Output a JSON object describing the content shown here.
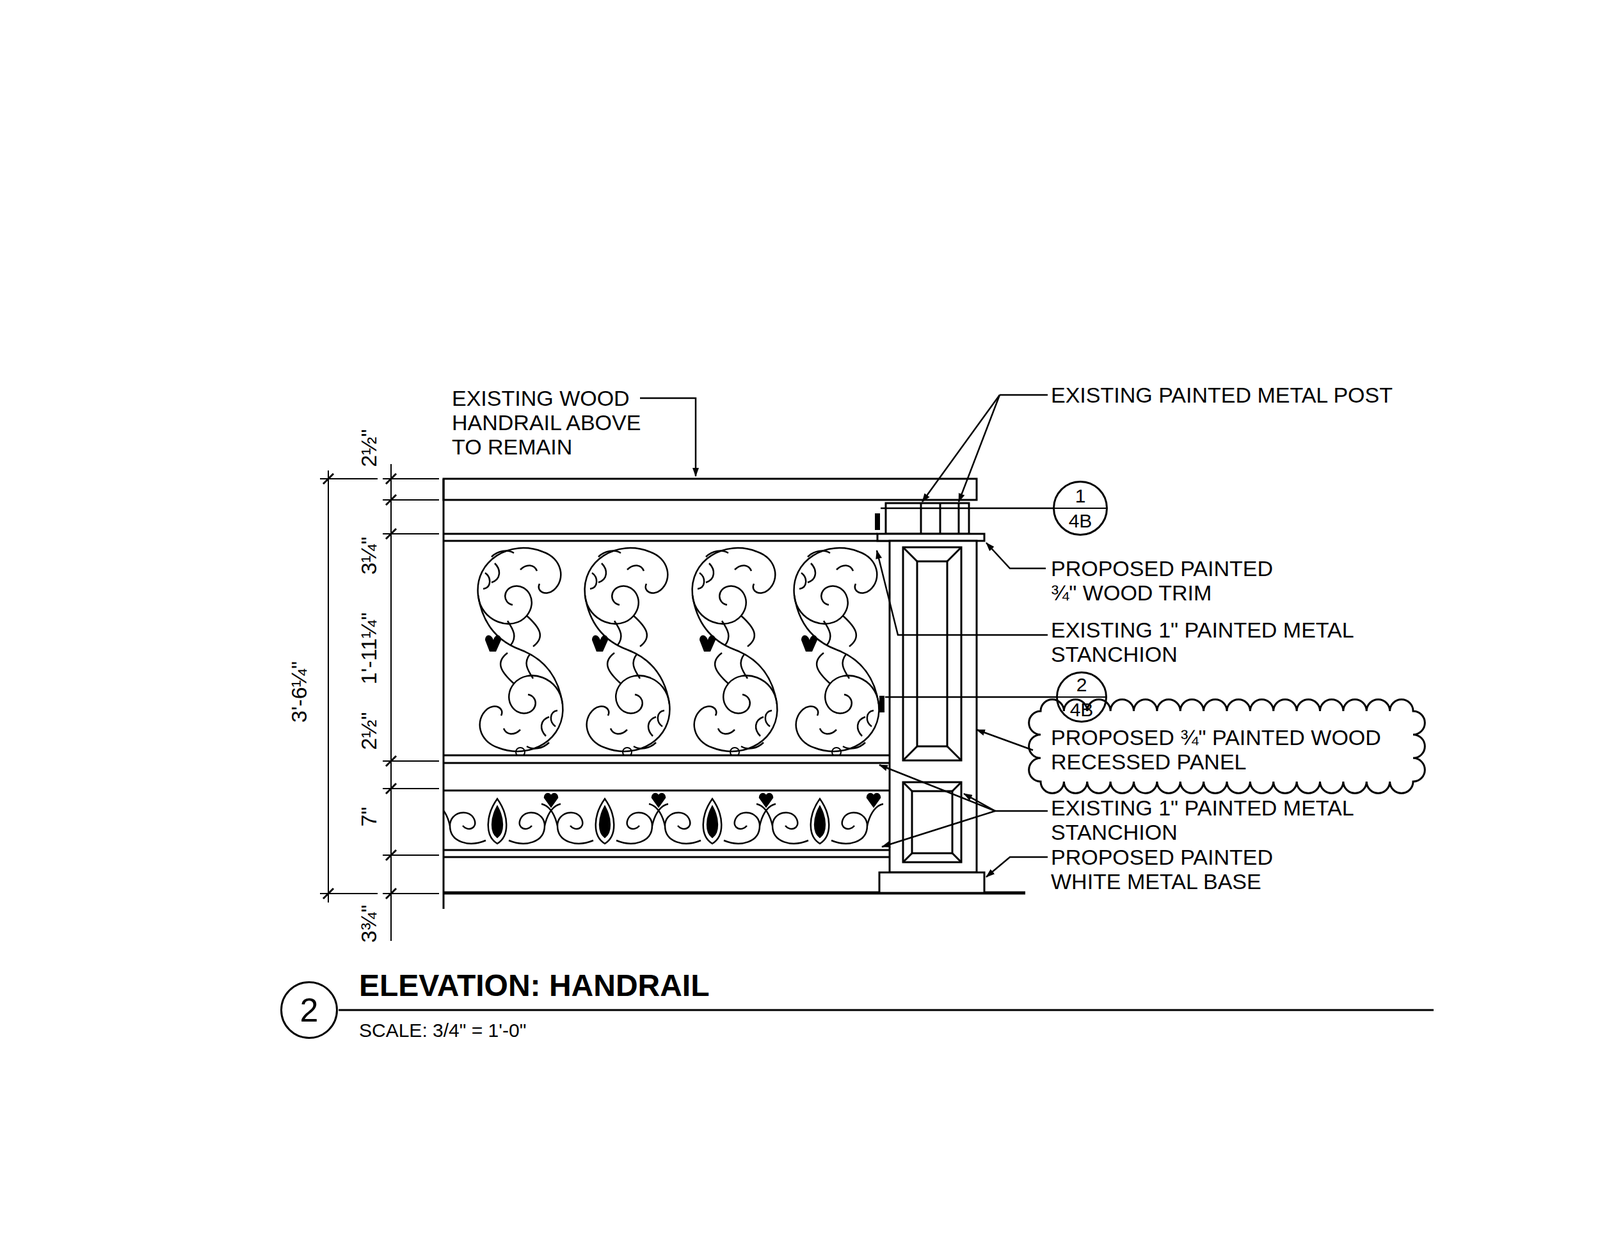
{
  "diagram": {
    "title": "ELEVATION: HANDRAIL",
    "caption": "SCALE: 3/4\" = 1'-0\"",
    "nodes": [
      {
        "text": [
          "1",
          "4B"
        ]
      },
      {
        "text": [
          "2",
          "4B"
        ]
      },
      {
        "text": [
          "PROPOSED ¾\" PAINTED WOOD RECESSED PANEL"
        ]
      },
      {
        "text": [
          "2"
        ]
      }
    ],
    "labels": [
      "EXISTING WOOD HANDRAIL ABOVE TO REMAIN",
      "EXISTING PAINTED METAL POST",
      "PROPOSED PAINTED ¾\" WOOD TRIM",
      "EXISTING 1\" PAINTED METAL STANCHION",
      "EXISTING 1\" PAINTED METAL STANCHION",
      "PROPOSED PAINTED WHITE METAL BASE",
      "2½\"",
      "3¼\"",
      "1'-11¼\"",
      "2½\"",
      "7\"",
      "3¾\"",
      "3'-6¼\""
    ]
  }
}
